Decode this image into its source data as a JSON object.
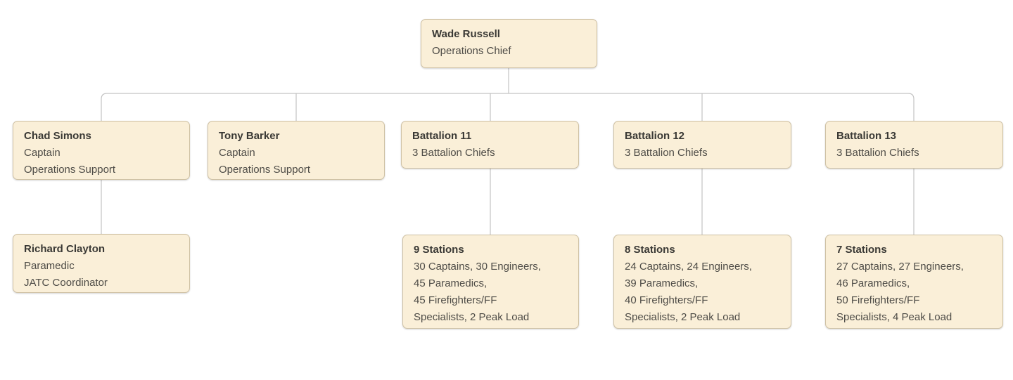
{
  "diagram": {
    "type": "org-chart",
    "background": "#ffffff",
    "node_fill": "#faefd8",
    "node_border": "#cfc1a4",
    "connector_color": "#c3c3c3",
    "title_text_color": "#3a3935",
    "body_text_color": "#4e4c47"
  },
  "nodes": {
    "wade": {
      "title": "Wade Russell",
      "lines": [
        "Operations Chief"
      ]
    },
    "chad": {
      "title": "Chad Simons",
      "lines": [
        "Captain",
        "Operations Support"
      ]
    },
    "tony": {
      "title": "Tony Barker",
      "lines": [
        "Captain",
        "Operations Support"
      ]
    },
    "b11": {
      "title": "Battalion 11",
      "lines": [
        "3 Battalion Chiefs"
      ]
    },
    "b12": {
      "title": "Battalion 12",
      "lines": [
        "3 Battalion Chiefs"
      ]
    },
    "b13": {
      "title": "Battalion 13",
      "lines": [
        "3 Battalion Chiefs"
      ]
    },
    "richard": {
      "title": "Richard Clayton",
      "lines": [
        "Paramedic",
        "JATC Coordinator"
      ]
    },
    "s9": {
      "title": "9 Stations",
      "lines": [
        "30 Captains, 30 Engineers,",
        "45 Paramedics,",
        "45 Firefighters/FF",
        "Specialists, 2 Peak Load"
      ]
    },
    "s8": {
      "title": "8 Stations",
      "lines": [
        "24 Captains, 24 Engineers,",
        "39 Paramedics,",
        "40 Firefighters/FF",
        "Specialists, 2 Peak Load"
      ]
    },
    "s7": {
      "title": "7 Stations",
      "lines": [
        "27 Captains, 27 Engineers,",
        "46 Paramedics,",
        "50 Firefighters/FF",
        "Specialists, 4 Peak Load"
      ]
    }
  },
  "connections": [
    {
      "from": "Wade Russell",
      "to": "Chad Simons"
    },
    {
      "from": "Wade Russell",
      "to": "Tony Barker"
    },
    {
      "from": "Wade Russell",
      "to": "Battalion 11"
    },
    {
      "from": "Wade Russell",
      "to": "Battalion 12"
    },
    {
      "from": "Wade Russell",
      "to": "Battalion 13"
    },
    {
      "from": "Chad Simons",
      "to": "Richard Clayton"
    },
    {
      "from": "Battalion 11",
      "to": "9 Stations"
    },
    {
      "from": "Battalion 12",
      "to": "8 Stations"
    },
    {
      "from": "Battalion 13",
      "to": "7 Stations"
    }
  ]
}
